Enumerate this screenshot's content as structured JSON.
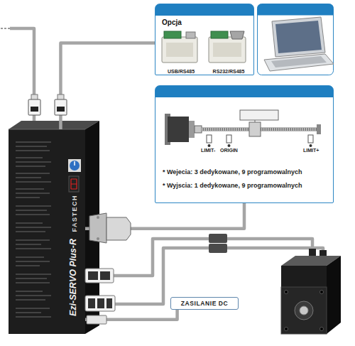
{
  "diagram": {
    "nodes": [
      {
        "text": [
          "Opcja"
        ]
      },
      {
        "text": [
          "USB/RS485"
        ],
        "in": 0
      },
      {
        "text": [
          "RS232/RS485"
        ],
        "in": 0
      },
      {
        "text": [
          "* Wejecia: 3 dedykowane, 9 programowalnych",
          "* Wyjscia: 1 dedykowane, 9 programowalnych"
        ]
      },
      {
        "text": [
          "FASTECH",
          "Ezi-SERVO Plus-R"
        ]
      },
      {
        "text": [
          "ZASILANIE DC"
        ]
      }
    ],
    "edges": [
      {
        "from": 4,
        "to": 0,
        "arrow": "none"
      },
      {
        "from": 4,
        "to": 3,
        "arrow": "none"
      },
      {
        "from": 4,
        "to": 5,
        "arrow": "none"
      }
    ],
    "labels": [
      "LIMIT-",
      "ORIGIN",
      "LIMIT+"
    ]
  }
}
